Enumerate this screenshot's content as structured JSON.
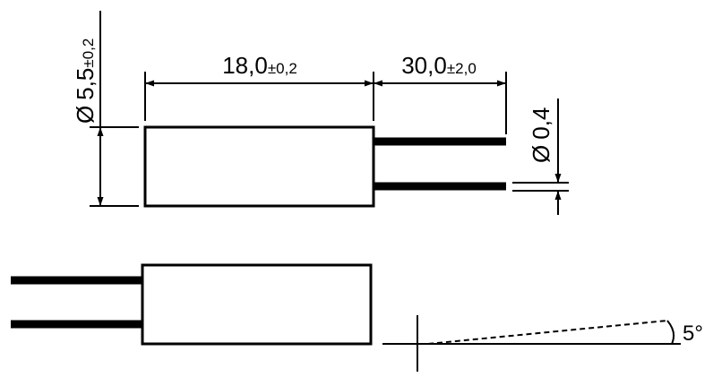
{
  "dimensions": {
    "diameter_body": {
      "symbol": "Ø",
      "value": "5,5",
      "tolerance": "±0,2"
    },
    "length_body": {
      "value": "18,0",
      "tolerance": "±0,2"
    },
    "length_wire": {
      "value": "30,0",
      "tolerance": "±2,0"
    },
    "diameter_wire": {
      "symbol": "Ø",
      "value": "0,4"
    },
    "angle": {
      "value": "5°"
    }
  },
  "colors": {
    "ink": "#000000",
    "background": "#ffffff"
  }
}
